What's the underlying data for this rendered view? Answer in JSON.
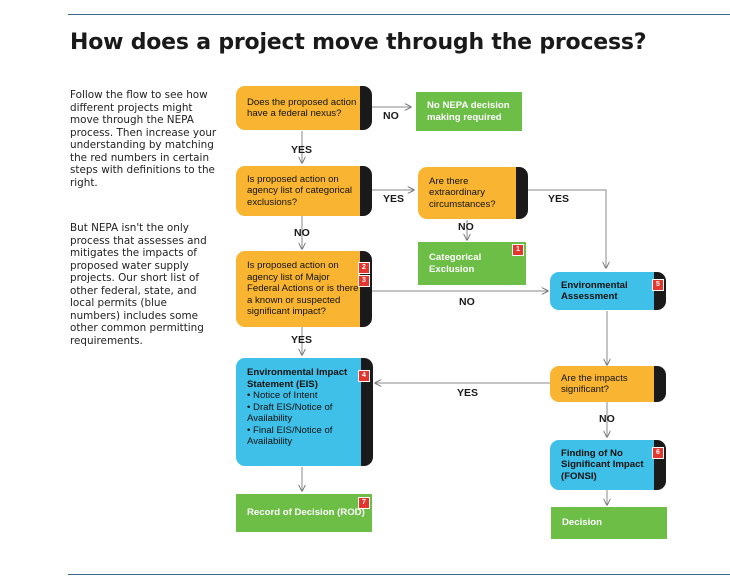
{
  "title": "How does a project move through the process?",
  "intro": {
    "p1": "Follow the flow to see how different projects might move through the NEPA process. Then increase your understanding by matching the red numbers in certain steps with definitions to the right.",
    "p2": "But NEPA isn't the only process that assesses and mitigates the impacts of proposed water supply projects. Our short list of other federal, state, and local permits (blue numbers) includes some other common permitting requirements."
  },
  "nodes": {
    "federal_nexus": "Does the proposed action have a federal nexus?",
    "no_nepa": "No NEPA decision making required",
    "cat_exclusions": "Is proposed action on agency list of categorical exclusions?",
    "extraordinary": "Are there extraordinary circumstances?",
    "categorical_exclusion": "Categorical Exclusion",
    "major_federal": "Is proposed action on agency list of Major Federal Actions or is there a known or suspected significant impact?",
    "environmental_assessment": "Environmental Assessment",
    "eis_title": "Environmental Impact Statement (EIS)",
    "eis_items": [
      "• Notice of Intent",
      "• Draft EIS/Notice of Availability",
      "• Final EIS/Notice of Availability"
    ],
    "impacts_significant": "Are the impacts significant?",
    "fonsi": "Finding of No Significant Impact (FONSI)",
    "rod": "Record of Decision (ROD)",
    "decision": "Decision"
  },
  "badges": {
    "categorical_exclusion": "1",
    "major_federal_a": "2",
    "major_federal_b": "3",
    "eis": "4",
    "environmental_assessment": "5",
    "fonsi": "6",
    "rod": "7"
  },
  "edge_labels": {
    "nexus_no": "NO",
    "nexus_yes": "YES",
    "cat_yes": "YES",
    "cat_no": "NO",
    "extra_no": "NO",
    "extra_yes": "YES",
    "major_no": "NO",
    "major_yes": "YES",
    "impacts_yes": "YES",
    "impacts_no": "NO"
  },
  "colors": {
    "question": "#f9b531",
    "outcome": "#6cbe47",
    "document": "#3ec0e8",
    "badge": "#e4362c",
    "rule": "#3a6b8c"
  }
}
